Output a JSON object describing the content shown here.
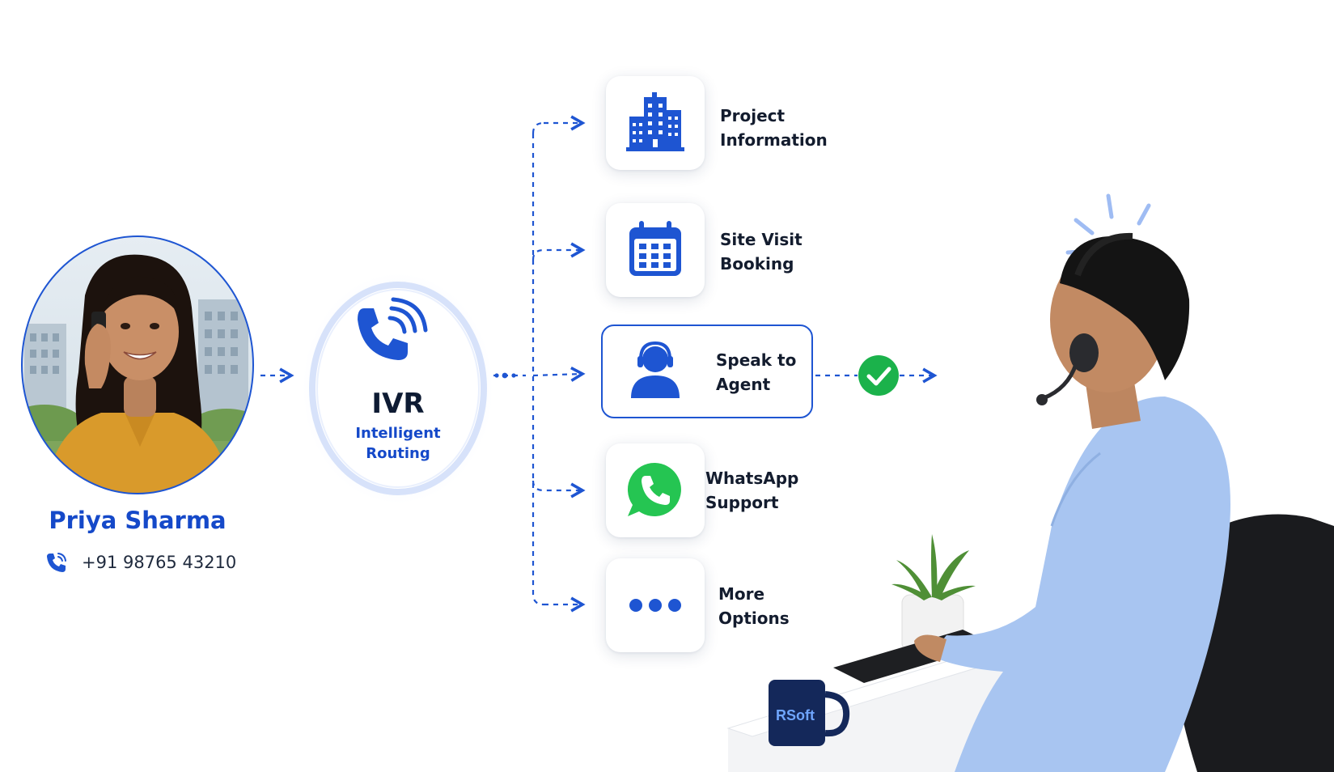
{
  "caller": {
    "name": "Priya Sharma",
    "phone": "+91 98765 43210",
    "icon": "phone-icon"
  },
  "ivr": {
    "title": "IVR",
    "subtitle_line1": "Intelligent",
    "subtitle_line2": "Routing",
    "icon": "phone-ringing-icon"
  },
  "options": [
    {
      "id": "project",
      "line1": "Project",
      "line2": "Information",
      "icon": "buildings-icon"
    },
    {
      "id": "site-visit",
      "line1": "Site Visit",
      "line2": "Booking",
      "icon": "calendar-icon"
    },
    {
      "id": "agent",
      "line1": "Speak to",
      "line2": "Agent",
      "icon": "agent-icon",
      "selected": true
    },
    {
      "id": "whatsapp",
      "line1": "WhatsApp",
      "line2": "Support",
      "icon": "whatsapp-icon"
    },
    {
      "id": "more",
      "line1": "More",
      "line2": "Options",
      "icon": "more-dots-icon"
    }
  ],
  "mug_text": "RSoft",
  "colors": {
    "primary_blue": "#1549c9",
    "accent_blue": "#1e55d2",
    "success_green": "#1bb24b",
    "whatsapp_green": "#25c552",
    "text_dark": "#0e1b33"
  }
}
